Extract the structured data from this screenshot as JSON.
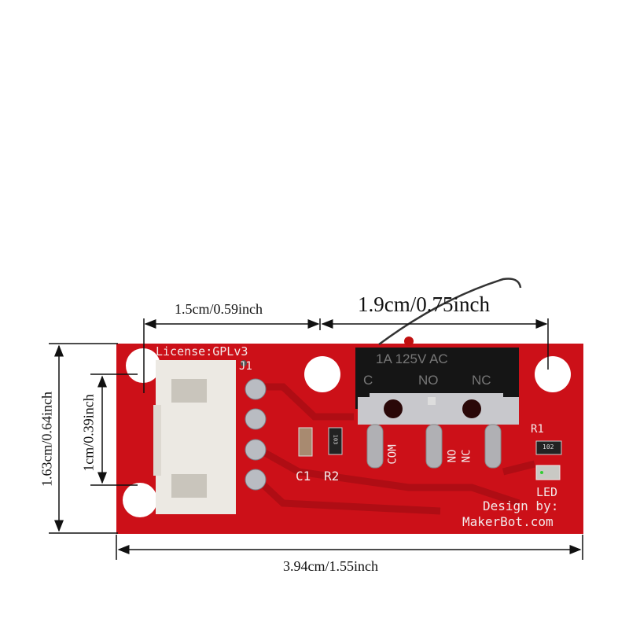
{
  "dimensions": {
    "hole_spacing_left": "1.5cm/0.59inch",
    "hole_spacing_right": "1.9cm/0.75inch",
    "board_height": "1.63cm/0.64inch",
    "connector_height": "1cm/0.39inch",
    "board_width": "3.94cm/1.55inch"
  },
  "silkscreen": {
    "license": "License:GPLv3",
    "connector_ref": "J1",
    "c1": "C1",
    "r2": "R2",
    "com": "COM",
    "no": "NO",
    "nc": "NC",
    "r1": "R1",
    "led": "LED",
    "design_by": "Design by:",
    "maker": "MakerBot.com",
    "r2_code": "103",
    "r1_code": "102"
  },
  "switch": {
    "rating": "1A 125V AC",
    "c": "C",
    "no": "NO",
    "nc": "NC"
  },
  "colors": {
    "pcb": "#cc1018",
    "switch": "#151515"
  }
}
